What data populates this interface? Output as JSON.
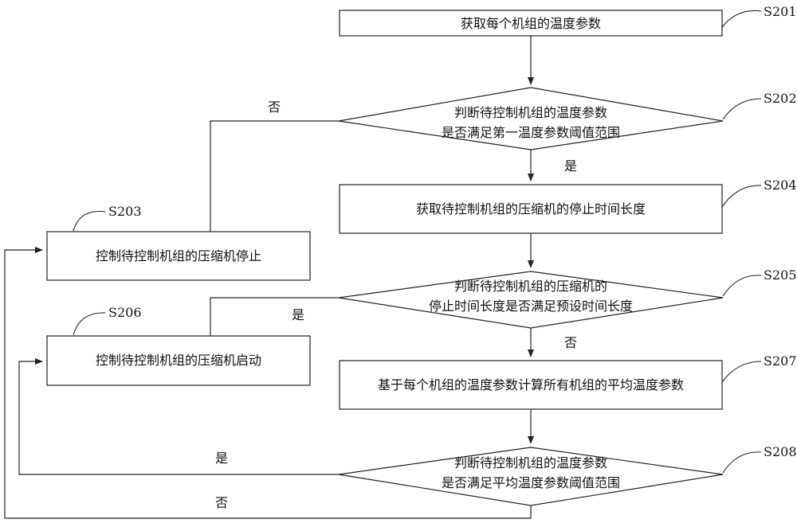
{
  "nodes": {
    "s201": {
      "text": [
        "获取每个机组的温度参数"
      ],
      "label": "S201"
    },
    "s202": {
      "text": [
        "判断待控制机组的温度参数",
        "是否满足第一温度参数阈值范围"
      ],
      "label": "S202"
    },
    "s203": {
      "text": [
        "控制待控制机组的压缩机停止"
      ],
      "label": "S203"
    },
    "s204": {
      "text": [
        "获取待控制机组的压缩机的停止时间长度"
      ],
      "label": "S204"
    },
    "s205": {
      "text": [
        "判断待控制机组的压缩机的",
        "停止时间长度是否满足预设时间长度"
      ],
      "label": "S205"
    },
    "s206": {
      "text": [
        "控制待控制机组的压缩机启动"
      ],
      "label": "S206"
    },
    "s207": {
      "text": [
        "基于每个机组的温度参数计算所有机组的平均温度参数"
      ],
      "label": "S207"
    },
    "s208": {
      "text": [
        "判断待控制机组的温度参数",
        "是否满足平均温度参数阈值范围"
      ],
      "label": "S208"
    }
  },
  "edges": {
    "s202_no": "否",
    "s202_yes": "是",
    "s205_yes": "是",
    "s205_no": "否",
    "s208_yes": "是",
    "s208_no": "否"
  },
  "colors": {
    "stroke": "#222222",
    "text": "#111111",
    "background": "#ffffff"
  }
}
